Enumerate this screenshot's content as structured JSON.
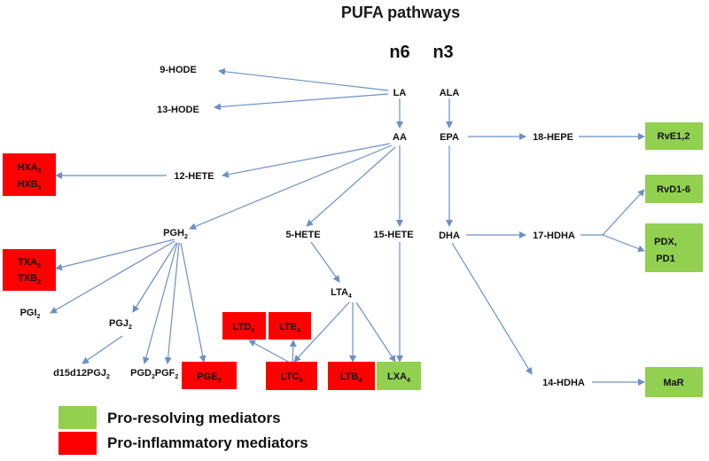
{
  "title": "PUFA pathways",
  "families": {
    "n6": "n6",
    "n3": "n3"
  },
  "colors": {
    "resolving": "#92d050",
    "inflammatory": "#ff0000",
    "arrow": "#6d8fc7"
  },
  "nodes": {
    "la": "LA",
    "ala": "ALA",
    "aa": "AA",
    "epa": "EPA",
    "hode9": "9-HODE",
    "hode13": "13-HODE",
    "hete12": "12-HETE",
    "pgh2_base": "PGH",
    "pgh2_sub": "2",
    "hete5": "5-HETE",
    "hete15": "15-HETE",
    "dha": "DHA",
    "hepe18": "18-HEPE",
    "hdha17": "17-HDHA",
    "hdha14": "14-HDHA",
    "lta4_base": "LTA",
    "lta4_sub": "4",
    "pgi2_base": "PGI",
    "pgi2_sub": "2",
    "pgj2_base": "PGJ",
    "pgj2_sub": "2",
    "d15_base": "d15d12PGJ",
    "d15_sub": "2",
    "pgd2_base": "PGD",
    "pgd2_sub": "2",
    "pgf2_base": "PGF",
    "pgf2_sub": "2"
  },
  "boxes": {
    "hxa3_base": "HXA",
    "hxa3_sub": "3",
    "hxb3_base": "HXB",
    "hxb3_sub": "3",
    "txa2_base": "TXA",
    "txa2_sub": "2",
    "txb2_base": "TXB",
    "txb2_sub": "2",
    "pge2_base": "PGE",
    "pge2_sub": "2",
    "ltd4_base": "LTD",
    "ltd4_sub": "4",
    "lte4_base": "LTE",
    "lte4_sub": "4",
    "ltc4_base": "LTC",
    "ltc4_sub": "4",
    "ltb4_base": "LTB",
    "ltb4_sub": "4",
    "lxa4_base": "LXA",
    "lxa4_sub": "4",
    "rve12": "RvE1,2",
    "rvd16": "RvD1-6",
    "pdx": "PDX,",
    "pd1": "PD1",
    "mar": "MaR"
  },
  "legend": {
    "resolving_label": "Pro-resolving mediators",
    "inflammatory_label": "Pro-inflammatory mediators"
  }
}
